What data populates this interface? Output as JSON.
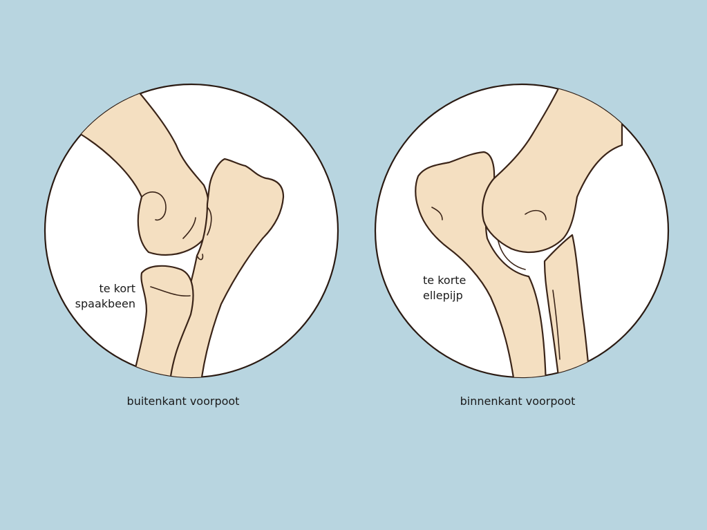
{
  "panels": [
    {
      "annotation_line1": "te kort",
      "annotation_line2": "spaakbeen",
      "caption": "buitenkant voorpoot"
    },
    {
      "annotation_line1": "te korte",
      "annotation_line2": "ellepijp",
      "caption": "binnenkant voorpoot"
    }
  ],
  "colors": {
    "background": "#b8d5e0",
    "circle_fill": "#ffffff",
    "bone_fill": "#f4dfc1",
    "outline": "#3a2418"
  }
}
